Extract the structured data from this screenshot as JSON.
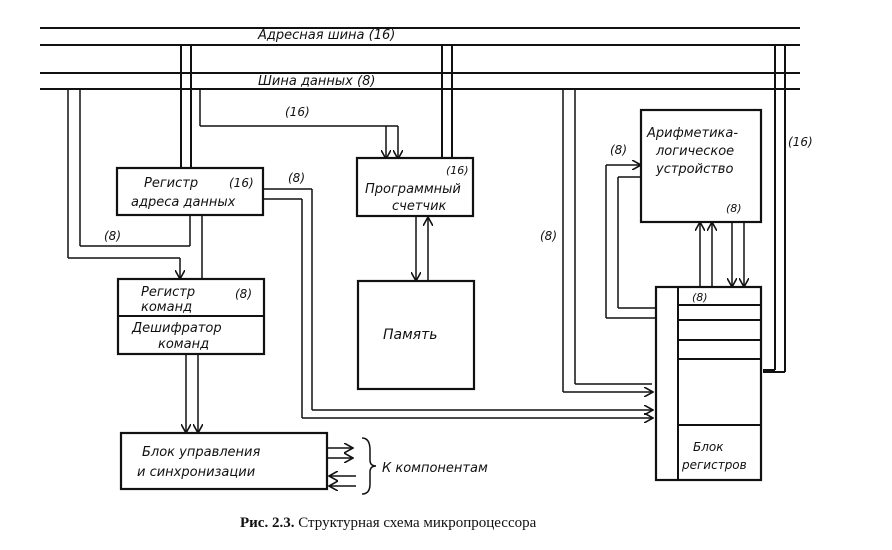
{
  "buses": {
    "address": "Адресная шина  (16)",
    "data": "Шина данных (8)"
  },
  "blocks": {
    "data_addr_reg": {
      "line1": "Регистр",
      "width": "(16)",
      "line2": "адреса данных"
    },
    "program_counter": {
      "width": "(16)",
      "line1": "Программный",
      "line2": "счетчик"
    },
    "instr_reg": {
      "line1": "Регистр",
      "width": "(8)",
      "line2": "команд"
    },
    "decoder": {
      "line1": "Дешифратор",
      "line2": "команд"
    },
    "memory": {
      "label": "Память"
    },
    "control": {
      "line1": "Блок управления",
      "line2": "и синхронизации"
    },
    "alu": {
      "line1": "Арифметика-",
      "line2": "логическое",
      "line3": "устройство"
    },
    "registers": {
      "width": "(8)",
      "line1": "Блок",
      "line2": "регистров"
    }
  },
  "annotations": {
    "w16_a": "(16)",
    "w8_a": "(8)",
    "w8_b": "(8)",
    "w8_c": "(8)",
    "w8_d": "(8)",
    "w8_e": "(8)",
    "w16_b": "(16)",
    "components": "К компонентам"
  },
  "caption": {
    "prefix": "Рис. 2.3.",
    "text": " Структурная схема микропроцессора"
  }
}
